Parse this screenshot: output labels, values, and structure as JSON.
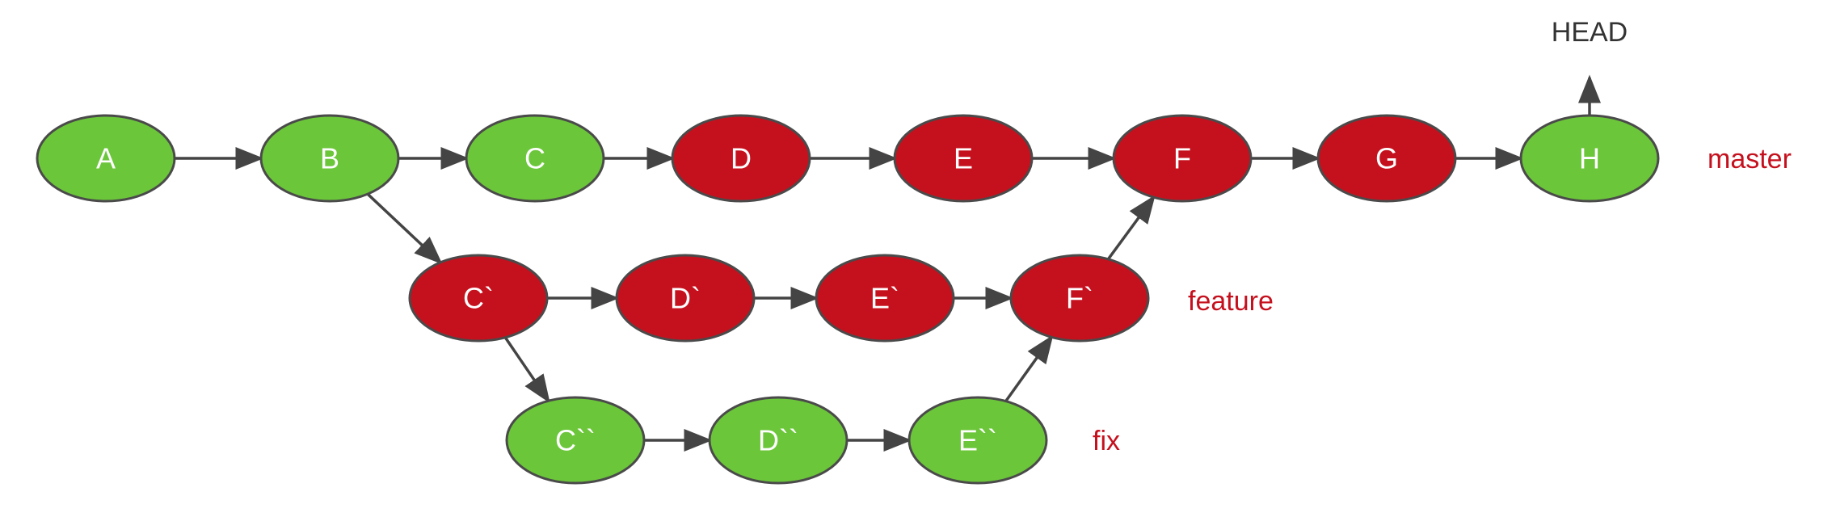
{
  "colors": {
    "green": "#6cc63a",
    "red": "#c5111e",
    "edge": "#444444",
    "node_text": "#ffffff",
    "branch_label": "#c5111e",
    "head_label": "#333333"
  },
  "nodes": [
    {
      "id": "A",
      "label": "A",
      "color": "green"
    },
    {
      "id": "B",
      "label": "B",
      "color": "green"
    },
    {
      "id": "C",
      "label": "C",
      "color": "green"
    },
    {
      "id": "D",
      "label": "D",
      "color": "red"
    },
    {
      "id": "E",
      "label": "E",
      "color": "red"
    },
    {
      "id": "F",
      "label": "F",
      "color": "red"
    },
    {
      "id": "G",
      "label": "G",
      "color": "red"
    },
    {
      "id": "H",
      "label": "H",
      "color": "green"
    },
    {
      "id": "C1",
      "label": "C`",
      "color": "red"
    },
    {
      "id": "D1",
      "label": "D`",
      "color": "red"
    },
    {
      "id": "E1",
      "label": "E`",
      "color": "red"
    },
    {
      "id": "F1",
      "label": "F`",
      "color": "red"
    },
    {
      "id": "C2",
      "label": "C``",
      "color": "green"
    },
    {
      "id": "D2",
      "label": "D``",
      "color": "green"
    },
    {
      "id": "E2",
      "label": "E``",
      "color": "green"
    }
  ],
  "edges": [
    {
      "from": "A",
      "to": "B"
    },
    {
      "from": "B",
      "to": "C"
    },
    {
      "from": "C",
      "to": "D"
    },
    {
      "from": "D",
      "to": "E"
    },
    {
      "from": "E",
      "to": "F"
    },
    {
      "from": "F",
      "to": "G"
    },
    {
      "from": "G",
      "to": "H"
    },
    {
      "from": "B",
      "to": "C1"
    },
    {
      "from": "C1",
      "to": "D1"
    },
    {
      "from": "D1",
      "to": "E1"
    },
    {
      "from": "E1",
      "to": "F1"
    },
    {
      "from": "F1",
      "to": "F"
    },
    {
      "from": "C1",
      "to": "C2"
    },
    {
      "from": "C2",
      "to": "D2"
    },
    {
      "from": "D2",
      "to": "E2"
    },
    {
      "from": "E2",
      "to": "F1"
    },
    {
      "from": "H",
      "to": "HEAD"
    }
  ],
  "labels": {
    "head": "HEAD",
    "master": "master",
    "feature": "feature",
    "fix": "fix"
  }
}
